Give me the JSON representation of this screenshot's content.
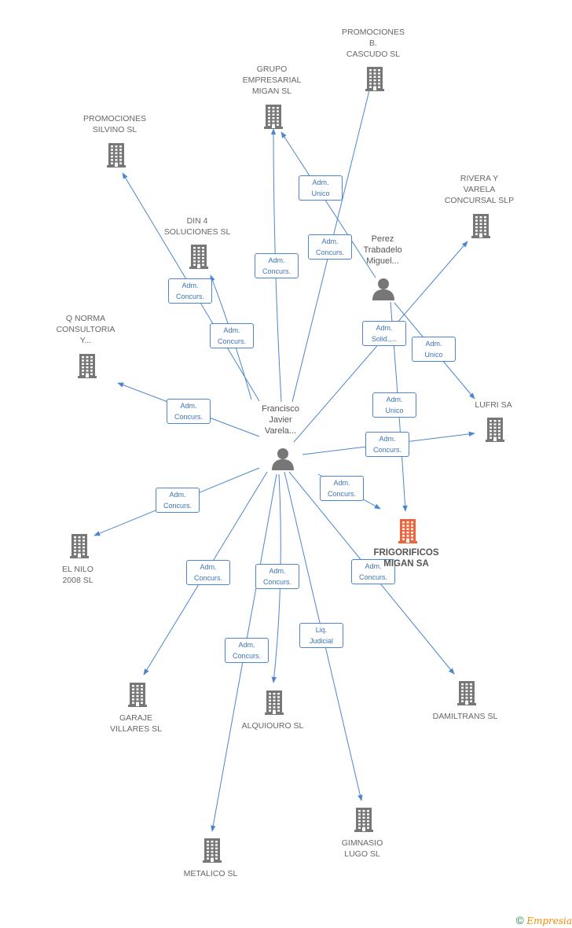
{
  "nodes": {
    "francisco": {
      "label": "Francisco\nJavier\nVarela...",
      "type": "person"
    },
    "perez": {
      "label": "Perez\nTrabadelo\nMiguel...",
      "type": "person"
    },
    "promociones_b": {
      "label": "PROMOCIONES\nB.\nCASCUDO SL",
      "type": "company"
    },
    "grupo": {
      "label": "GRUPO\nEMPRESARIAL\nMIGAN SL",
      "type": "company"
    },
    "silvino": {
      "label": "PROMOCIONES\nSILVINO SL",
      "type": "company"
    },
    "rivera": {
      "label": "RIVERA Y\nVARELA\nCONCURSAL SLP",
      "type": "company"
    },
    "din4": {
      "label": "DIN 4\nSOLUCIONES SL",
      "type": "company"
    },
    "qnorma": {
      "label": "Q NORMA\nCONSULTORIA\nY...",
      "type": "company"
    },
    "lufri": {
      "label": "LUFRI SA",
      "type": "company"
    },
    "frigorificos": {
      "label": "FRIGORIFICOS\nMIGAN SA",
      "type": "focus"
    },
    "elnilo": {
      "label": "EL NILO\n2008 SL",
      "type": "company"
    },
    "garaje": {
      "label": "GARAJE\nVILLARES SL",
      "type": "company"
    },
    "alquiouro": {
      "label": "ALQUIOURO SL",
      "type": "company"
    },
    "damiltrans": {
      "label": "DAMILTRANS SL",
      "type": "company"
    },
    "gimnasio": {
      "label": "GIMNASIO\nLUGO SL",
      "type": "company"
    },
    "metalico": {
      "label": "METALICO SL",
      "type": "company"
    }
  },
  "edges": [
    {
      "from": "francisco",
      "to": "promociones_b",
      "label": "Adm.\nConcurs."
    },
    {
      "from": "francisco",
      "to": "grupo",
      "label": "Adm.\nConcurs."
    },
    {
      "from": "francisco",
      "to": "silvino",
      "label": "Adm.\nConcurs."
    },
    {
      "from": "francisco",
      "to": "din4",
      "label": "Adm.\nConcurs."
    },
    {
      "from": "francisco",
      "to": "qnorma",
      "label": "Adm.\nConcurs."
    },
    {
      "from": "francisco",
      "to": "lufri",
      "label": "Adm.\nConcurs."
    },
    {
      "from": "francisco",
      "to": "frigorificos",
      "label": "Adm.\nConcurs."
    },
    {
      "from": "francisco",
      "to": "elnilo",
      "label": "Adm.\nConcurs."
    },
    {
      "from": "francisco",
      "to": "garaje",
      "label": "Adm.\nConcurs."
    },
    {
      "from": "francisco",
      "to": "alquiouro",
      "label": "Adm.\nConcurs."
    },
    {
      "from": "francisco",
      "to": "damiltrans",
      "label": "Adm.\nConcurs."
    },
    {
      "from": "francisco",
      "to": "gimnasio",
      "label": "Liq.\nJudicial"
    },
    {
      "from": "francisco",
      "to": "metalico",
      "label": "Adm.\nConcurs."
    },
    {
      "from": "francisco",
      "to": "rivera",
      "label": "Adm.\nSolid.,..."
    },
    {
      "from": "perez",
      "to": "grupo",
      "label": "Adm.\nUnico"
    },
    {
      "from": "perez",
      "to": "frigorificos",
      "label": "Adm.\nUnico"
    },
    {
      "from": "perez",
      "to": "lufri",
      "label": "Adm.\nUnico"
    }
  ],
  "footer": {
    "copyright": "©",
    "brand": "Empresia"
  },
  "colors": {
    "edge": "#4a86d0",
    "company": "#777777",
    "focus": "#f0643c",
    "person": "#777777"
  }
}
